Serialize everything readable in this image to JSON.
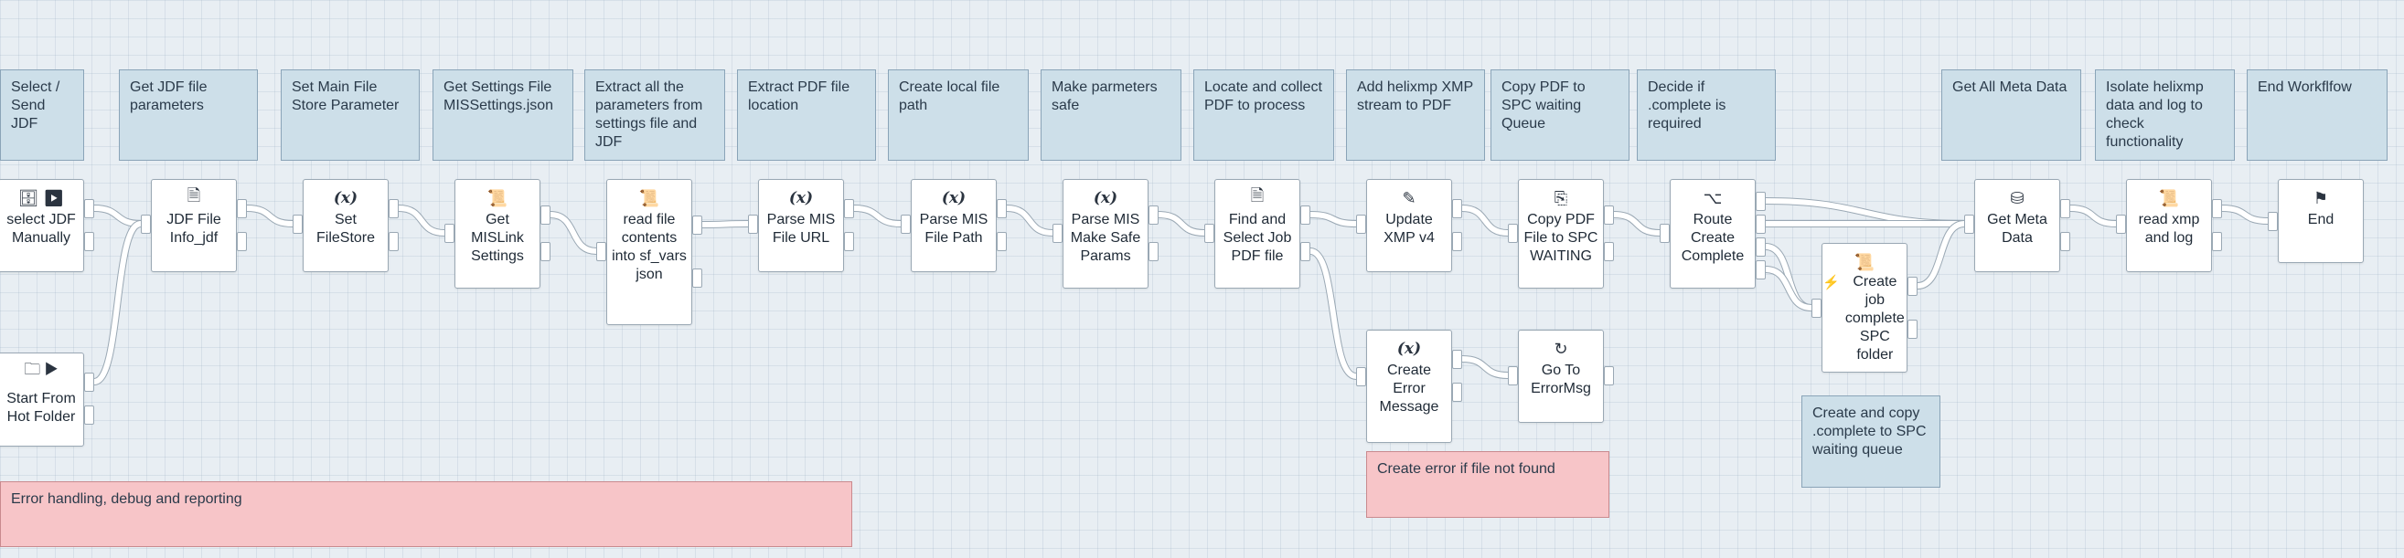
{
  "notes": [
    {
      "id": "select-send",
      "text": "Select / Send JDF"
    },
    {
      "id": "get-jdf-params",
      "text": "Get JDF file parameters"
    },
    {
      "id": "set-main-file-store",
      "text": "Set Main File Store Parameter"
    },
    {
      "id": "get-settings-file",
      "text": "Get Settings File MISSettings.json"
    },
    {
      "id": "extract-params",
      "text": "Extract all the parameters from settings file and JDF"
    },
    {
      "id": "extract-pdf-loc",
      "text": "Extract PDF file location"
    },
    {
      "id": "create-local-path",
      "text": "Create local file path"
    },
    {
      "id": "make-params-safe",
      "text": "Make parmeters safe"
    },
    {
      "id": "locate-collect-pdf",
      "text": "Locate and collect PDF to process"
    },
    {
      "id": "add-helixmp",
      "text": "Add helixmp XMP stream to PDF"
    },
    {
      "id": "copy-pdf-queue",
      "text": "Copy PDF to SPC waiting Queue"
    },
    {
      "id": "decide-complete",
      "text": "Decide if .complete is required"
    },
    {
      "id": "get-all-meta",
      "text": "Get All Meta Data"
    },
    {
      "id": "isolate-helixmp",
      "text": "Isolate helixmp data and log to check functionality"
    },
    {
      "id": "end-workflow",
      "text": "End Workflfow"
    },
    {
      "id": "create-copy-complete",
      "text": "Create and copy .complete  to SPC waiting queue"
    },
    {
      "id": "create-error-note",
      "text": "Create error if file not found"
    },
    {
      "id": "error-handling",
      "text": "Error handling, debug and reporting"
    }
  ],
  "nodes": [
    {
      "id": "select-jdf",
      "icon": "database-play-icon",
      "label": "select JDF Manually"
    },
    {
      "id": "hot-folder",
      "icon": "folder-play-icon",
      "label": "Start From Hot Folder"
    },
    {
      "id": "jdf-file-info",
      "icon": "document-icon",
      "label": "JDF File Info_jdf"
    },
    {
      "id": "set-filestore",
      "icon": "variable-icon",
      "label": "Set FileStore"
    },
    {
      "id": "get-mislink",
      "icon": "script-icon",
      "label": "Get MISLink Settings"
    },
    {
      "id": "read-file-contents",
      "icon": "script-icon",
      "label": "read file contents into sf_vars json"
    },
    {
      "id": "parse-file-url",
      "icon": "variable-icon",
      "label": "Parse MIS File URL"
    },
    {
      "id": "parse-file-path",
      "icon": "variable-icon",
      "label": "Parse MIS File Path"
    },
    {
      "id": "make-safe-params",
      "icon": "variable-icon",
      "label": "Parse MIS Make Safe Params"
    },
    {
      "id": "find-select-pdf",
      "icon": "pdf-icon",
      "label": "Find and Select Job PDF file"
    },
    {
      "id": "update-xmp",
      "icon": "edit-icon",
      "label": "Update XMP v4"
    },
    {
      "id": "copy-pdf-spc",
      "icon": "copy-icon",
      "label": "Copy PDF File to SPC WAITING"
    },
    {
      "id": "route-complete",
      "icon": "route-icon",
      "label": "Route Create Complete"
    },
    {
      "id": "create-job-complete",
      "icon": "script-icon",
      "label": "Create job complete SPC folder"
    },
    {
      "id": "get-meta-data",
      "icon": "drive-icon",
      "label": "Get Meta Data"
    },
    {
      "id": "read-xmp-log",
      "icon": "script-icon",
      "label": "read xmp and log"
    },
    {
      "id": "end",
      "icon": "flag-icon",
      "label": "End"
    },
    {
      "id": "create-error-message",
      "icon": "variable-icon",
      "label": "Create Error Message"
    },
    {
      "id": "go-to-errormsg",
      "icon": "redo-icon",
      "label": "Go To ErrorMsg"
    }
  ],
  "icons": {
    "database-play-icon": "🗄 ▶",
    "folder-play-icon": "🗀 ▶",
    "document-icon": "🗎",
    "variable-icon": "(x)",
    "script-icon": "📜",
    "pdf-icon": "🗎",
    "edit-icon": "✎",
    "copy-icon": "⎘",
    "route-icon": "⌥",
    "drive-icon": "⛁",
    "flag-icon": "⚑",
    "redo-icon": "↻",
    "bolt-icon": "⚡"
  },
  "colors": {
    "note_blue": "#cddfe9",
    "note_pink": "#f7c5c8",
    "wire": "#ffffff",
    "wire_outline": "#9aa8b4"
  }
}
